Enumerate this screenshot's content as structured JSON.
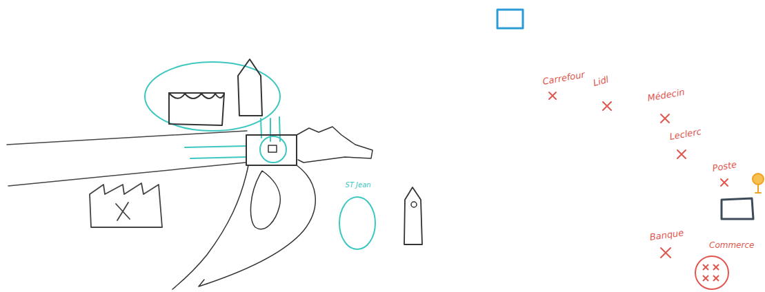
{
  "diagram": {
    "nodes": [
      {
        "text": [
          "ST Jean"
        ]
      },
      {
        "text": [
          "Commerce"
        ]
      }
    ],
    "edges": [],
    "labels": [
      "Carrefour",
      "Lidl",
      "Médecin",
      "Leclerc",
      "Poste",
      "Banque"
    ]
  }
}
